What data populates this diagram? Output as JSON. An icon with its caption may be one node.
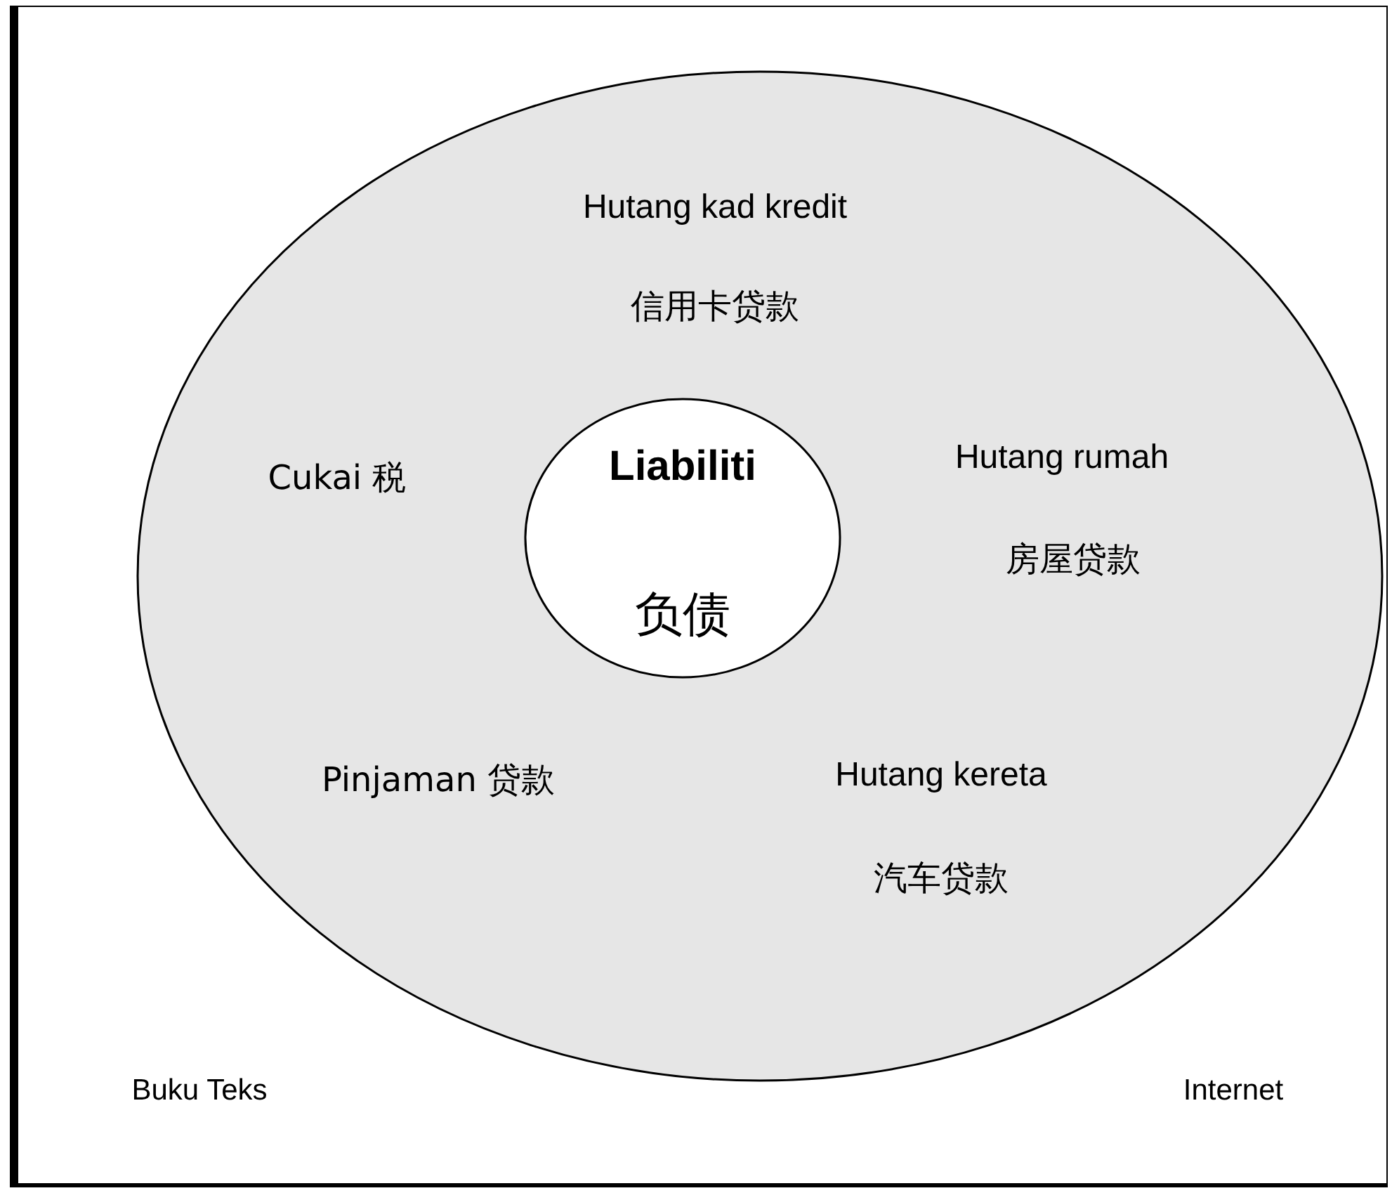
{
  "diagram": {
    "nodes": [
      {
        "text": [
          "Hutang kad kredit",
          "信用卡贷款",
          "Cukai 税",
          "Hutang rumah",
          "房屋贷款",
          "Pinjaman 贷款",
          "Hutang kereta",
          "汽车贷款"
        ]
      },
      {
        "text": [
          "Liabiliti",
          "负债"
        ],
        "in": 0
      }
    ],
    "labels": [
      "Buku Teks",
      "Internet"
    ]
  }
}
